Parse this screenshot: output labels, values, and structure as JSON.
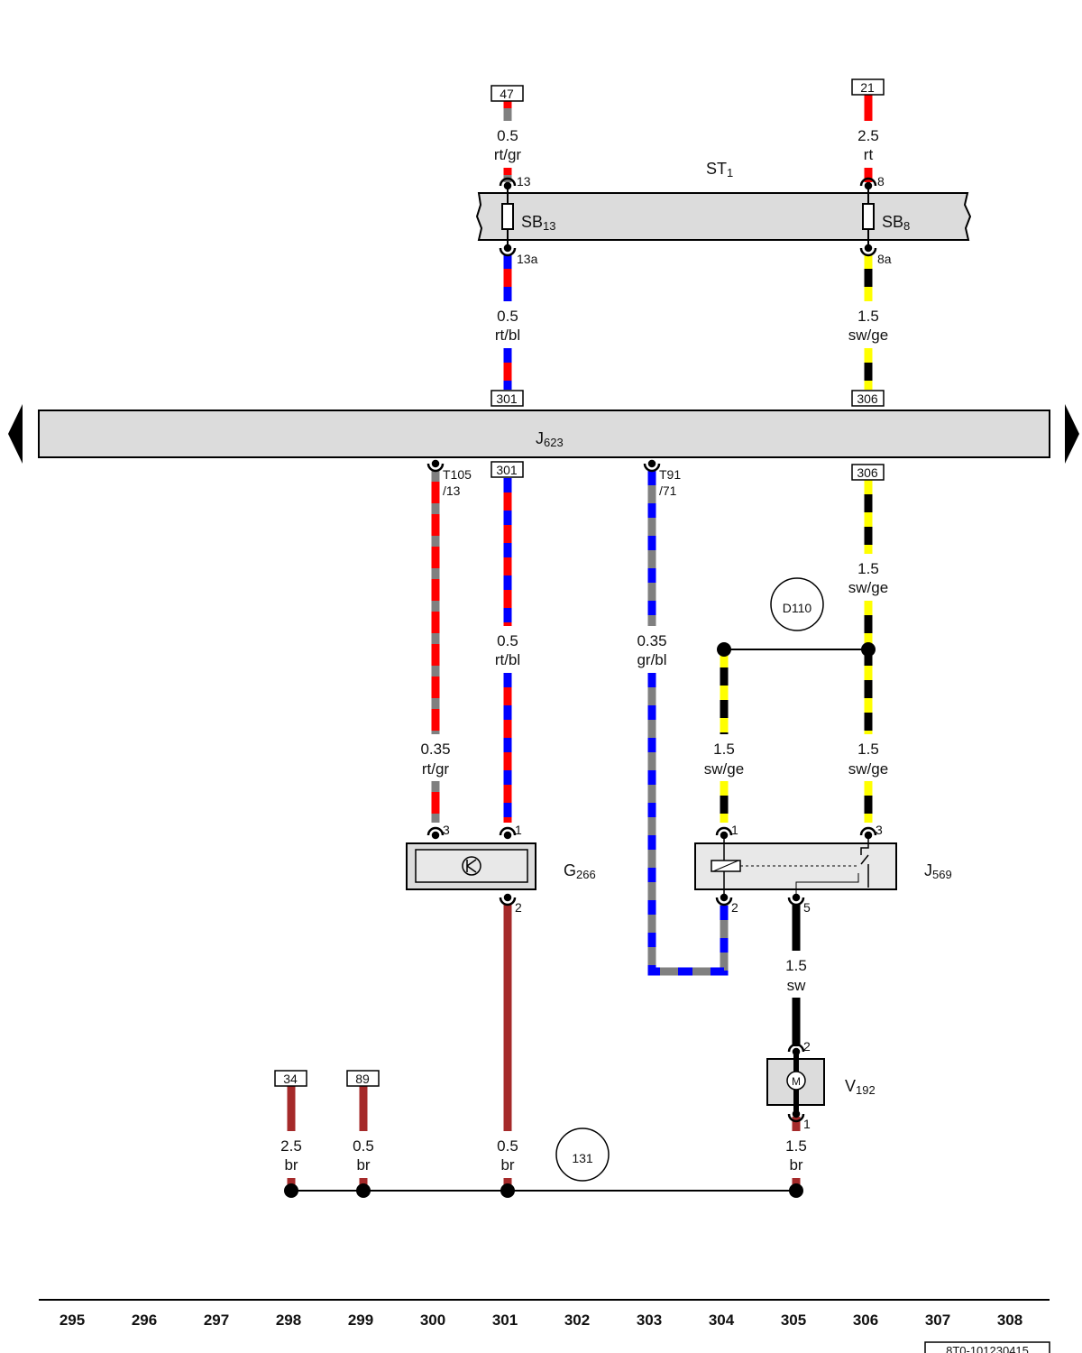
{
  "components": {
    "st1": {
      "name": "ST",
      "sub": "1"
    },
    "sb13": {
      "name": "SB",
      "sub": "13"
    },
    "sb8": {
      "name": "SB",
      "sub": "8"
    },
    "j623": {
      "name": "J",
      "sub": "623"
    },
    "g266": {
      "name": "G",
      "sub": "266"
    },
    "j569": {
      "name": "J",
      "sub": "569"
    },
    "v192": {
      "name": "V",
      "sub": "192"
    },
    "motor_symbol": "M"
  },
  "refs": {
    "r47": "47",
    "r21": "21",
    "r301a": "301",
    "r306a": "306",
    "r301b": "301",
    "r306b": "306",
    "r34": "34",
    "r89": "89"
  },
  "pins": {
    "p13": "13",
    "p13a": "13a",
    "p8": "8",
    "p8a": "8a",
    "t105": "T105",
    "t105b": "/13",
    "t91": "T91",
    "t91b": "/71",
    "g3": "3",
    "g1": "1",
    "g2": "2",
    "j1": "1",
    "j3": "3",
    "j2": "2",
    "j5": "5",
    "v2": "2",
    "v1": "1"
  },
  "wires": {
    "w47": {
      "size": "0.5",
      "color": "rt/gr"
    },
    "w21": {
      "size": "2.5",
      "color": "rt"
    },
    "w13a": {
      "size": "0.5",
      "color": "rt/bl"
    },
    "w8a": {
      "size": "1.5",
      "color": "sw/ge"
    },
    "w_t105": {
      "size": "0.35",
      "color": "rt/gr"
    },
    "w_301": {
      "size": "0.5",
      "color": "rt/bl"
    },
    "w_t91": {
      "size": "0.35",
      "color": "gr/bl"
    },
    "w_306a": {
      "size": "1.5",
      "color": "sw/ge"
    },
    "w_j1": {
      "size": "1.5",
      "color": "sw/ge"
    },
    "w_j3": {
      "size": "1.5",
      "color": "sw/ge"
    },
    "w_j5": {
      "size": "1.5",
      "color": "sw"
    },
    "w_34": {
      "size": "2.5",
      "color": "br"
    },
    "w_89": {
      "size": "0.5",
      "color": "br"
    },
    "w_g2": {
      "size": "0.5",
      "color": "br"
    },
    "w_v1": {
      "size": "1.5",
      "color": "br"
    }
  },
  "junctions": {
    "d110": "D110",
    "g131": "131"
  },
  "columns": [
    "295",
    "296",
    "297",
    "298",
    "299",
    "300",
    "301",
    "302",
    "303",
    "304",
    "305",
    "306",
    "307",
    "308"
  ],
  "doc_id": "8T0-101230415",
  "colors": {
    "rt": "#ff0000",
    "bl": "#0000ff",
    "gr": "#808080",
    "sw": "#000000",
    "ge": "#ffff00",
    "br": "#a52a2a",
    "module_fill": "#dcdcdc"
  }
}
